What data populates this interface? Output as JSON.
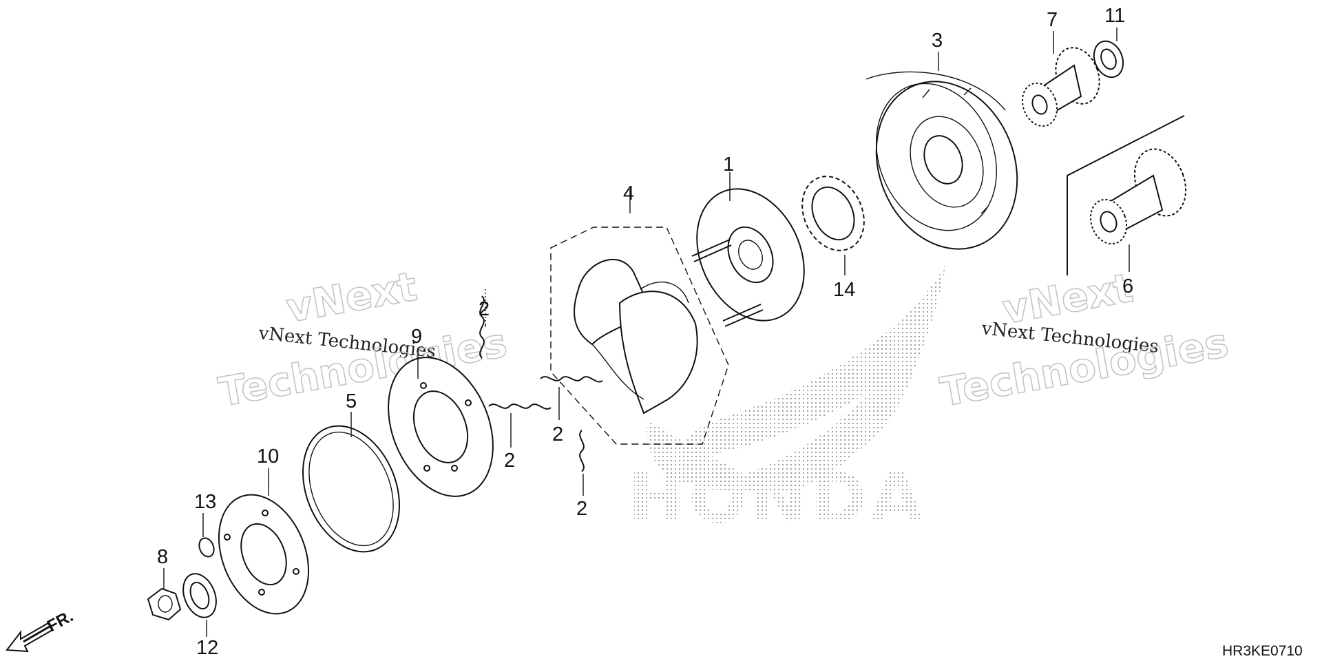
{
  "labels": {
    "p1": "1",
    "p2a": "2",
    "p2b": "2",
    "p2c": "2",
    "p2d": "2",
    "p3": "3",
    "p4": "4",
    "p5": "5",
    "p6": "6",
    "p7": "7",
    "p8": "8",
    "p9": "9",
    "p10": "10",
    "p11": "11",
    "p12": "12",
    "p13": "13",
    "p14": "14"
  },
  "watermark": {
    "left_small": "vNext Technologies",
    "left_big_1": "vNext",
    "left_big_2": "Technologies",
    "right_small": "vNext Technologies",
    "right_big_1": "vNext",
    "right_big_2": "Technologies"
  },
  "brand": {
    "wordmark": "HONDA"
  },
  "direction": {
    "label": "FR."
  },
  "diagram_code": "HR3KE0710",
  "icons": {
    "direction": "arrow-left-down-icon",
    "brand": "honda-wing-logo"
  },
  "colors": {
    "line": "#111111",
    "watermark": "#c4c4c4",
    "dots": "#9a9a9a",
    "background": "#ffffff"
  }
}
